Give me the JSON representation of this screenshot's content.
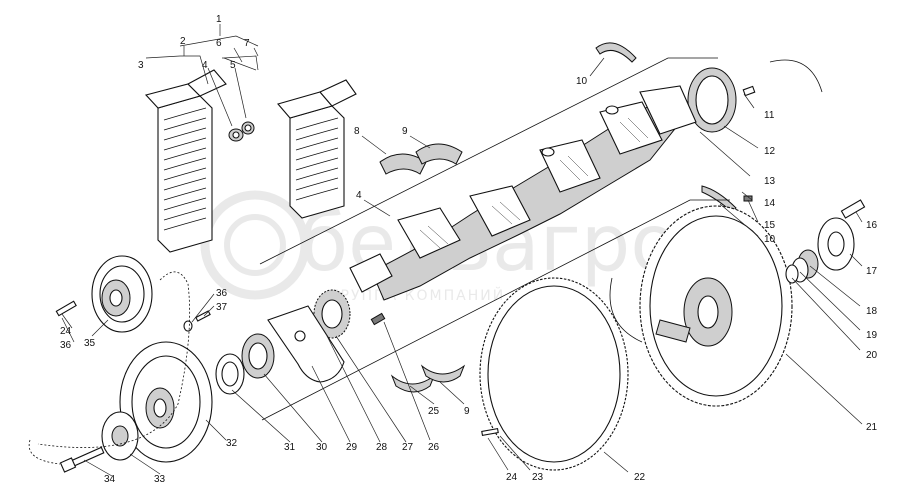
{
  "watermark": {
    "brand": "бельагро",
    "tagline": "ГРУППА КОМПАНИЙ"
  },
  "callouts": [
    "1",
    "2",
    "3",
    "4",
    "5",
    "6",
    "7",
    "8",
    "9",
    "10",
    "11",
    "12",
    "13",
    "14",
    "15",
    "16",
    "17",
    "18",
    "19",
    "20",
    "21",
    "22",
    "23",
    "24",
    "25",
    "26",
    "27",
    "28",
    "29",
    "30",
    "31",
    "32",
    "33",
    "34",
    "35",
    "36",
    "37"
  ],
  "colors": {
    "line": "#111111",
    "fill": "#ffffff",
    "shade": "#cfcfcf",
    "watermark": "#d8d8d8"
  }
}
